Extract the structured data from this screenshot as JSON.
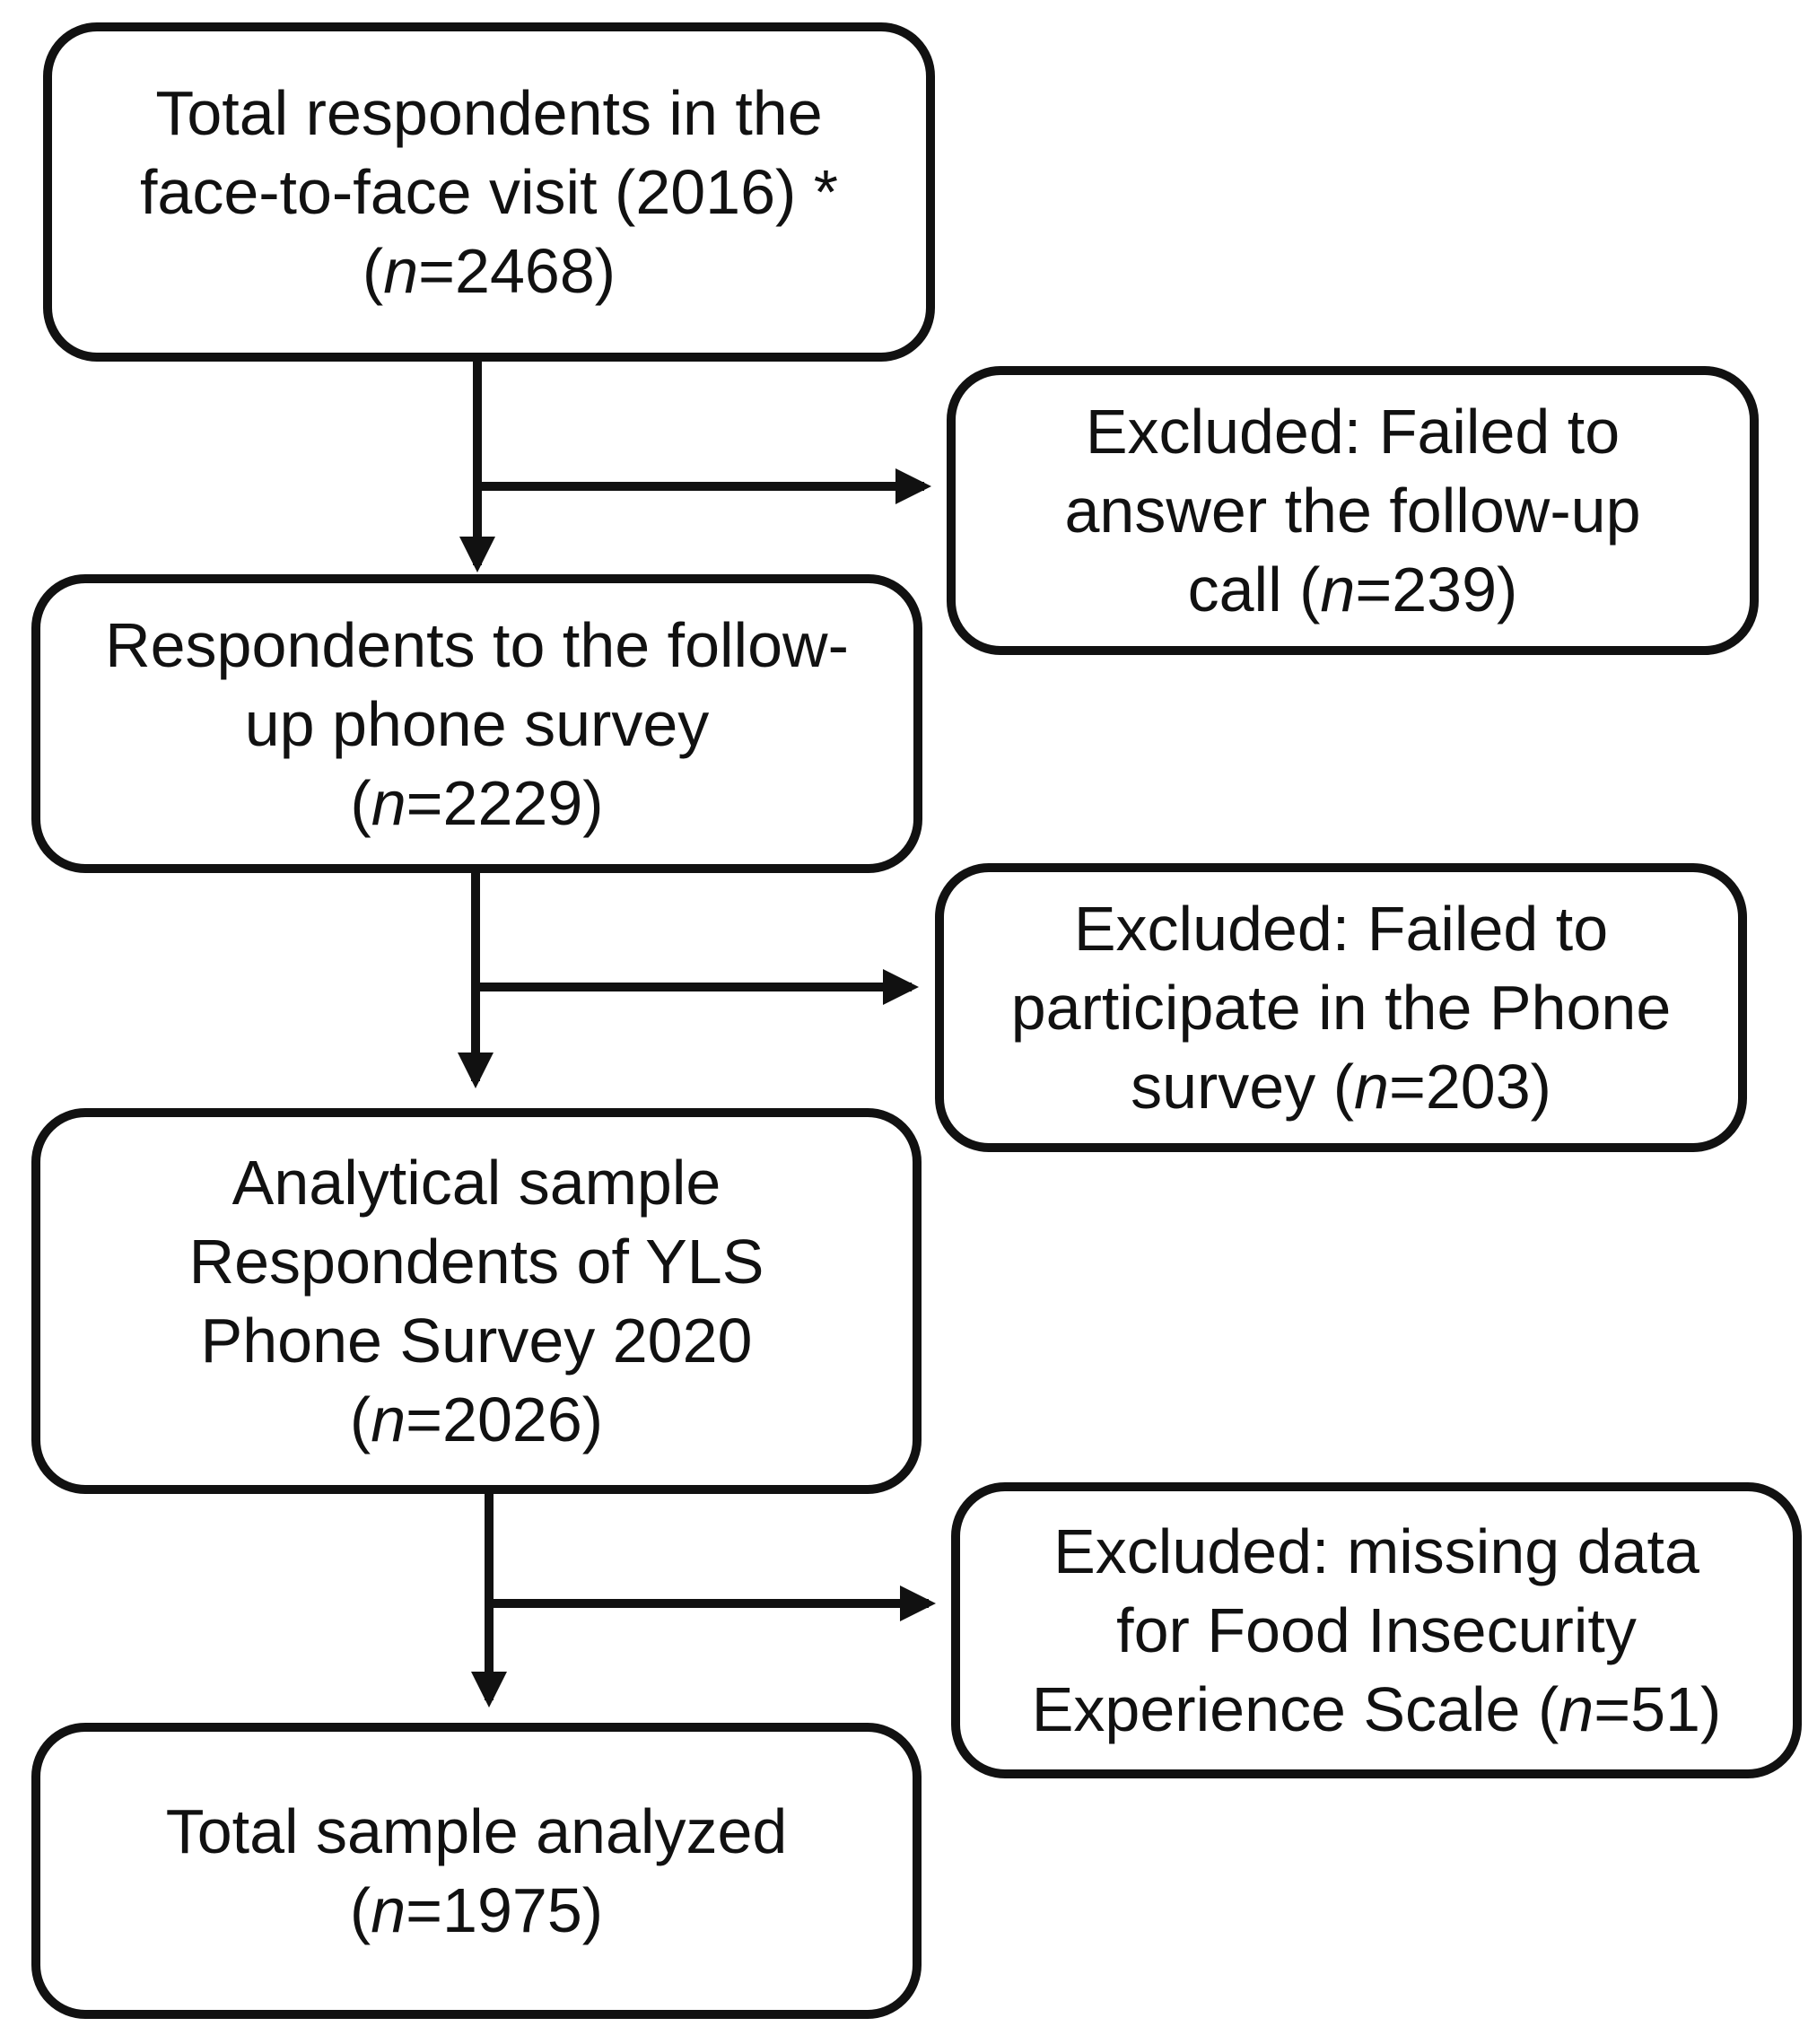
{
  "flowchart": {
    "main": [
      {
        "id": "total-respondents",
        "lines": [
          "Total respondents in the",
          "face-to-face visit (2016) *"
        ],
        "n": "2468"
      },
      {
        "id": "phone-respondents",
        "lines": [
          "Respondents to the follow-",
          "up phone survey"
        ],
        "n": "2229"
      },
      {
        "id": "analytical-sample",
        "lines": [
          "Analytical sample",
          "Respondents of YLS",
          "Phone Survey 2020"
        ],
        "n": "2026"
      },
      {
        "id": "total-analyzed",
        "lines": [
          "Total sample analyzed"
        ],
        "n": "1975"
      }
    ],
    "excluded": [
      {
        "id": "excluded-followup-call",
        "lines": [
          "Excluded: Failed to",
          "answer the follow-up"
        ],
        "last_prefix": "call ",
        "n": "239"
      },
      {
        "id": "excluded-phone-survey",
        "lines": [
          "Excluded: Failed to",
          "participate in the Phone"
        ],
        "last_prefix": "survey ",
        "n": "203"
      },
      {
        "id": "excluded-missing-fies",
        "lines": [
          "Excluded: missing data",
          "for Food Insecurity"
        ],
        "last_prefix": "Experience Scale ",
        "n": "51"
      }
    ],
    "n_open": "(",
    "n_symbol": "n",
    "n_equals": "=",
    "n_close": ")"
  },
  "colors": {
    "stroke": "#111111",
    "background": "#ffffff"
  }
}
